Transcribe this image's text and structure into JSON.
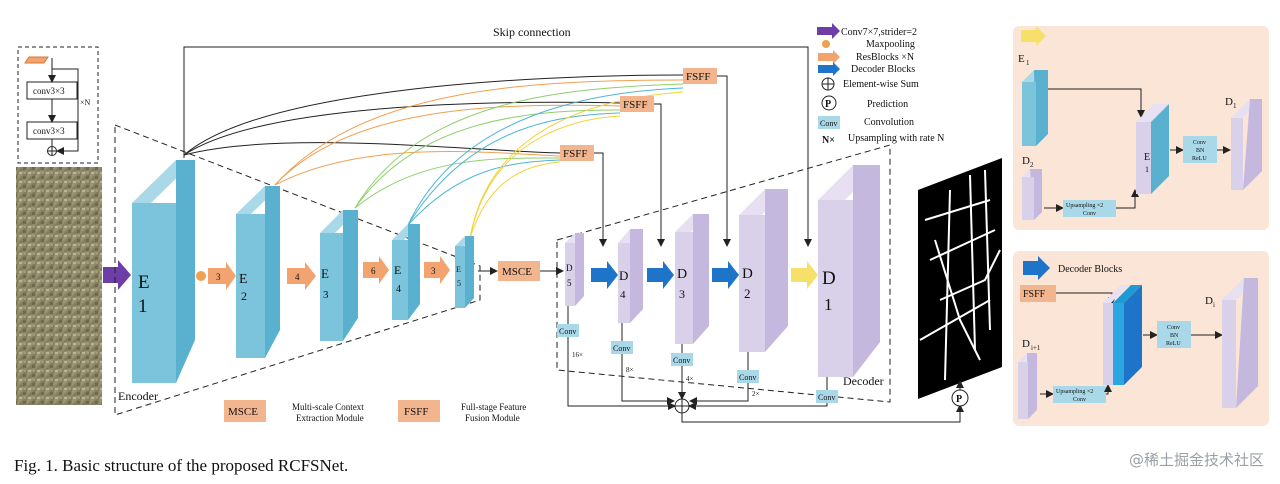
{
  "skip_connection": "Skip connection",
  "encoder_label": "Encoder",
  "decoder_label": "Decoder",
  "resblock": {
    "conv1": "conv3×3",
    "conv2": "conv3×3",
    "times": "×N"
  },
  "encoder_blocks": [
    {
      "line1": "E",
      "line2": "1"
    },
    {
      "line1": "E",
      "line2": "2"
    },
    {
      "line1": "E",
      "line2": "3"
    },
    {
      "line1": "E",
      "line2": "4"
    },
    {
      "line1": "E",
      "line2": "5"
    }
  ],
  "decoder_blocks": [
    {
      "line1": "D",
      "line2": "5"
    },
    {
      "line1": "D",
      "line2": "4"
    },
    {
      "line1": "D",
      "line2": "3"
    },
    {
      "line1": "D",
      "line2": "2"
    },
    {
      "line1": "D",
      "line2": "1"
    }
  ],
  "resblock_counts": [
    "3",
    "4",
    "6",
    "3"
  ],
  "msce": "MSCE",
  "fsff": "FSFF",
  "conv": "Conv",
  "upsample_rates": [
    "16×",
    "8×",
    "4×",
    "2×"
  ],
  "prediction_symbol": "P",
  "legend": {
    "conv7": "Conv7×7,strider=2",
    "maxpool": "Maxpooling",
    "resblocks": "ResBlocks ×N",
    "decoder_blocks": "Decoder Blocks",
    "sum": "Element-wise Sum",
    "prediction": "Prediction",
    "convolution": "Convolution",
    "upsampling": "Upsampling with rate N",
    "n_times": "N×"
  },
  "bottom_legend": {
    "msce_desc_1": "Multi-scale Context",
    "msce_desc_2": "Extraction Module",
    "fsff_desc_1": "Full-stage Feature",
    "fsff_desc_2": "Fusion Module"
  },
  "panel_top": {
    "e_label": "E",
    "e_sub": "1",
    "e_mid_1": "E",
    "e_mid_2": "1",
    "d_label": "D",
    "d_sub": "2",
    "d1_label": "D",
    "d1_sub": "1",
    "upsampling_1": "Upsampling ×2",
    "upsampling_2": "Conv",
    "conv_block": [
      "Conv",
      "BN",
      "ReLU"
    ]
  },
  "panel_bottom": {
    "title": "Decoder Blocks",
    "fsff": "FSFF",
    "d_in": "D",
    "d_in_sub": "i+1",
    "d_out": "D",
    "d_out_sub": "i",
    "upsampling_1": "Upsampling ×2",
    "upsampling_2": "Conv",
    "conv_block": [
      "Conv",
      "BN",
      "ReLU"
    ]
  },
  "caption": "Fig. 1.  Basic structure of the proposed RCFSNet.",
  "watermark": "@稀土掘金技术社区",
  "colors": {
    "encoder_front": "#7cc4dc",
    "encoder_side": "#a9d9e8",
    "decoder_front": "#d9d0ea",
    "decoder_side": "#c4b8de",
    "orange_box": "#f3b58d",
    "blue_arrow": "#1e74c8",
    "panel_bg": "#fbe5d6"
  }
}
